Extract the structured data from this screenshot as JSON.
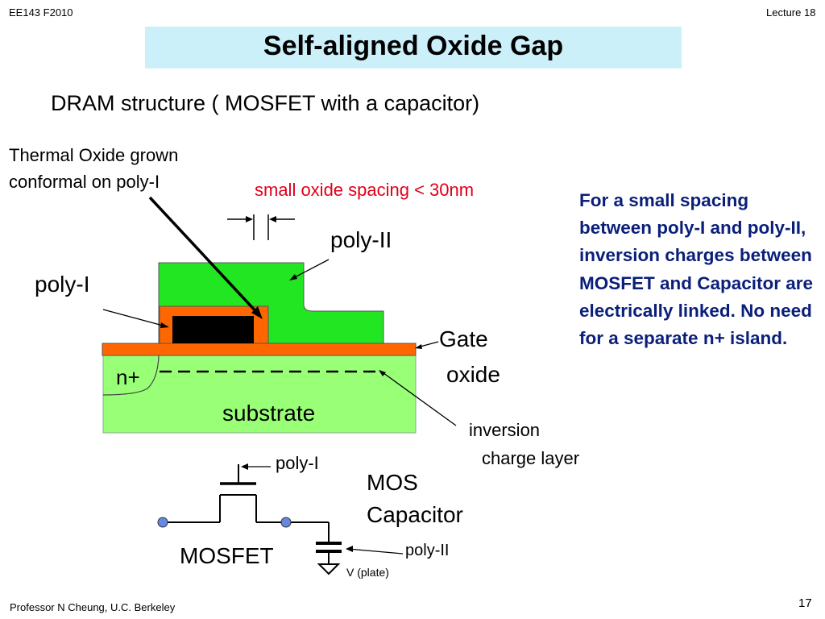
{
  "header": {
    "course": "EE143 F2010",
    "lecture": "Lecture 18"
  },
  "title": "Self-aligned Oxide Gap",
  "subtitle": "DRAM structure ( MOSFET with a capacitor)",
  "labels": {
    "thermal_oxide_line1": "Thermal Oxide  grown",
    "thermal_oxide_line2": "conformal on poly-I",
    "spacing": "small oxide spacing  < 30nm",
    "poly_ii": "poly-II",
    "poly_i": "poly-I",
    "gate_line1": "Gate",
    "gate_line2": "oxide",
    "n_plus": "n+",
    "substrate": "substrate",
    "inversion_line1": "inversion",
    "inversion_line2": "charge layer"
  },
  "circuit": {
    "poly_i": "poly-I",
    "mos_line1": "MOS",
    "mos_line2": "Capacitor",
    "mosfet": "MOSFET",
    "poly_ii": "poly-II",
    "vplate": "V (plate)"
  },
  "note": "For a  small spacing between poly-I and poly-II, inversion charges between MOSFET and Capacitor are electrically linked. No need for a separate n+ island.",
  "footer": {
    "professor": "Professor  N Cheung, U.C. Berkeley",
    "page": "17"
  },
  "colors": {
    "title_bg": "#ccf0fa",
    "poly_ii_green": "#22e622",
    "substrate_green": "#99ff77",
    "oxide_orange": "#ff6600",
    "poly_i_black": "#000000",
    "note_blue": "#0a1f7a",
    "spacing_red": "#e0001a",
    "terminal_blue": "#6688dd"
  }
}
